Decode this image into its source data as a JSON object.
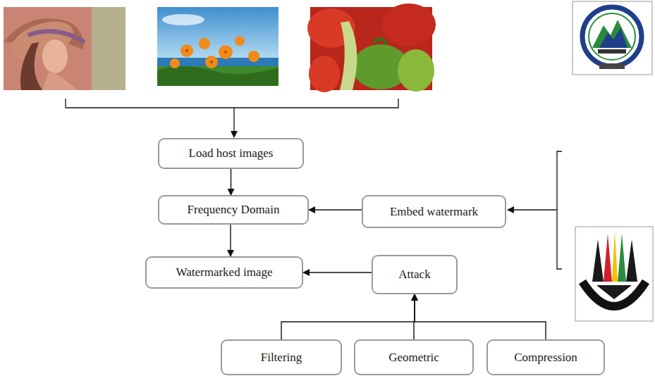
{
  "diagram": {
    "nodes": [
      {
        "text": [
          "Load host images"
        ]
      },
      {
        "text": [
          "Frequency Domain"
        ]
      },
      {
        "text": [
          "Embed watermark"
        ]
      },
      {
        "text": [
          "Watermarked image"
        ]
      },
      {
        "text": [
          "Attack"
        ]
      },
      {
        "text": [
          "Filtering"
        ]
      },
      {
        "text": [
          "Geometric"
        ]
      },
      {
        "text": [
          "Compression"
        ]
      }
    ],
    "edges": [
      {
        "from": 0,
        "to": 1,
        "arrow": "to"
      },
      {
        "from": 2,
        "to": 1,
        "arrow": "to"
      },
      {
        "from": 1,
        "to": 3,
        "arrow": "to"
      },
      {
        "from": 4,
        "to": 3,
        "arrow": "to"
      },
      {
        "from": 5,
        "to": 4,
        "arrow": "to"
      },
      {
        "from": 6,
        "to": 4,
        "arrow": "to"
      },
      {
        "from": 7,
        "to": 4,
        "arrow": "to"
      }
    ]
  }
}
